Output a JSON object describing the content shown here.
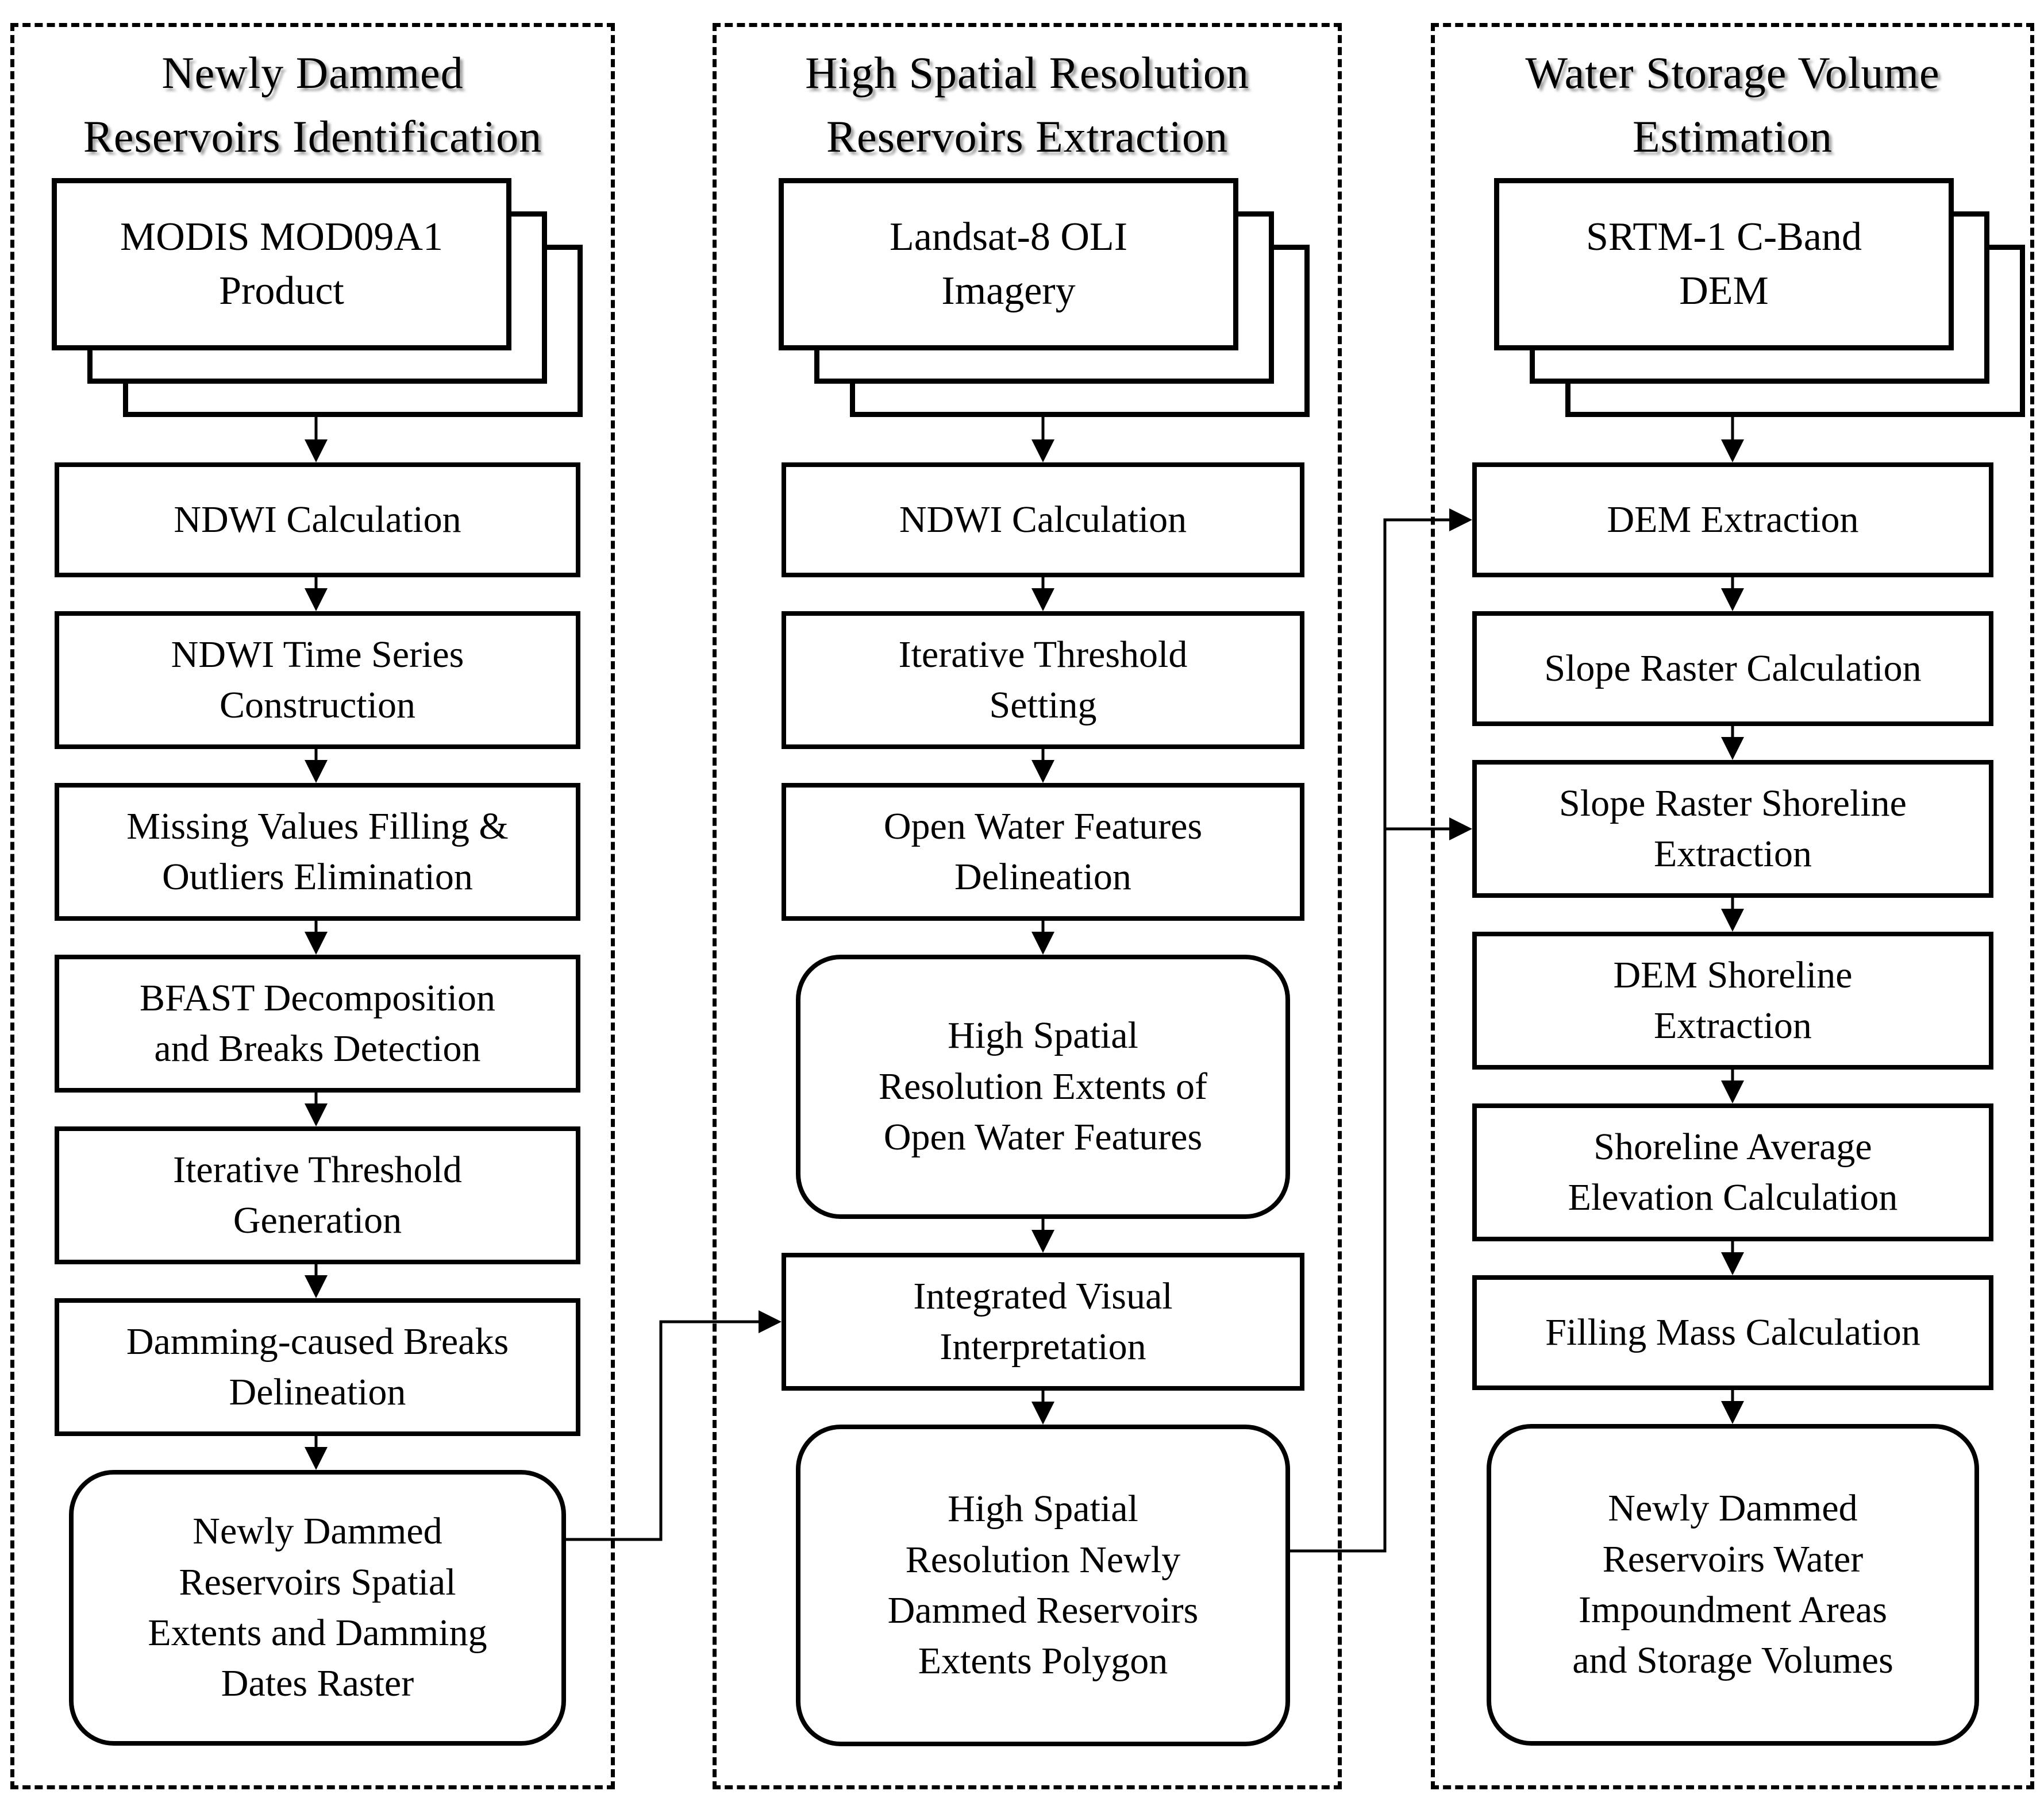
{
  "diagram_type": "flowchart",
  "colors": {
    "line": "#000000",
    "background": "#ffffff",
    "box_fill": "#ffffff"
  },
  "columns": [
    {
      "title": "Newly Dammed\nReservoirs Identification",
      "source": {
        "label": "MODIS MOD09A1\nProduct"
      },
      "steps": [
        {
          "label": "NDWI Calculation",
          "shape": "rect"
        },
        {
          "label": "NDWI Time Series\nConstruction",
          "shape": "rect"
        },
        {
          "label": "Missing Values Filling &\nOutliers Elimination",
          "shape": "rect"
        },
        {
          "label": "BFAST Decomposition\nand Breaks Detection",
          "shape": "rect"
        },
        {
          "label": "Iterative Threshold\nGeneration",
          "shape": "rect"
        },
        {
          "label": "Damming-caused Breaks\nDelineation",
          "shape": "rect"
        },
        {
          "label": "Newly Dammed\nReservoirs Spatial\nExtents and Damming\nDates Raster",
          "shape": "rounded"
        }
      ]
    },
    {
      "title": "High Spatial Resolution\nReservoirs Extraction",
      "source": {
        "label": "Landsat-8 OLI\nImagery"
      },
      "steps": [
        {
          "label": "NDWI Calculation",
          "shape": "rect"
        },
        {
          "label": "Iterative Threshold\nSetting",
          "shape": "rect"
        },
        {
          "label": "Open Water Features\nDelineation",
          "shape": "rect"
        },
        {
          "label": "High Spatial\nResolution Extents of\nOpen Water Features",
          "shape": "rounded"
        },
        {
          "label": "Integrated Visual\nInterpretation",
          "shape": "rect"
        },
        {
          "label": "High Spatial\nResolution Newly\nDammed Reservoirs\nExtents Polygon",
          "shape": "rounded"
        }
      ]
    },
    {
      "title": "Water Storage Volume\nEstimation",
      "source": {
        "label": "SRTM-1 C-Band\nDEM"
      },
      "steps": [
        {
          "label": "DEM Extraction",
          "shape": "rect"
        },
        {
          "label": "Slope Raster Calculation",
          "shape": "rect"
        },
        {
          "label": "Slope Raster Shoreline\nExtraction",
          "shape": "rect"
        },
        {
          "label": "DEM Shoreline\nExtraction",
          "shape": "rect"
        },
        {
          "label": "Shoreline Average\nElevation Calculation",
          "shape": "rect"
        },
        {
          "label": "Filling Mass Calculation",
          "shape": "rect"
        },
        {
          "label": "Newly Dammed\nReservoirs Water\nImpoundment Areas\nand Storage Volumes",
          "shape": "rounded"
        }
      ]
    }
  ],
  "edges": [
    {
      "col": 0,
      "chain": [
        "MODIS MOD09A1 Product",
        "NDWI Calculation",
        "NDWI Time Series Construction",
        "Missing Values Filling & Outliers Elimination",
        "BFAST Decomposition and Breaks Detection",
        "Iterative Threshold Generation",
        "Damming-caused Breaks Delineation",
        "Newly Dammed Reservoirs Spatial Extents and Damming Dates Raster"
      ]
    },
    {
      "col": 1,
      "chain": [
        "Landsat-8 OLI Imagery",
        "NDWI Calculation",
        "Iterative Threshold Setting",
        "Open Water Features Delineation",
        "High Spatial Resolution Extents of Open Water Features",
        "Integrated Visual Interpretation",
        "High Spatial Resolution Newly Dammed Reservoirs Extents Polygon"
      ]
    },
    {
      "col": 2,
      "chain": [
        "SRTM-1 C-Band DEM",
        "DEM Extraction",
        "Slope Raster Calculation",
        "Slope Raster Shoreline Extraction",
        "DEM Shoreline Extraction",
        "Shoreline Average Elevation Calculation",
        "Filling Mass Calculation",
        "Newly Dammed Reservoirs Water Impoundment Areas and Storage Volumes"
      ]
    },
    {
      "cross": true,
      "from": "Newly Dammed Reservoirs Spatial Extents and Damming Dates Raster",
      "to": "Integrated Visual Interpretation"
    },
    {
      "cross": true,
      "from": "High Spatial Resolution Newly Dammed Reservoirs Extents Polygon",
      "to": "DEM Extraction"
    },
    {
      "cross": true,
      "from": "High Spatial Resolution Newly Dammed Reservoirs Extents Polygon",
      "to": "Slope Raster Shoreline Extraction"
    }
  ]
}
